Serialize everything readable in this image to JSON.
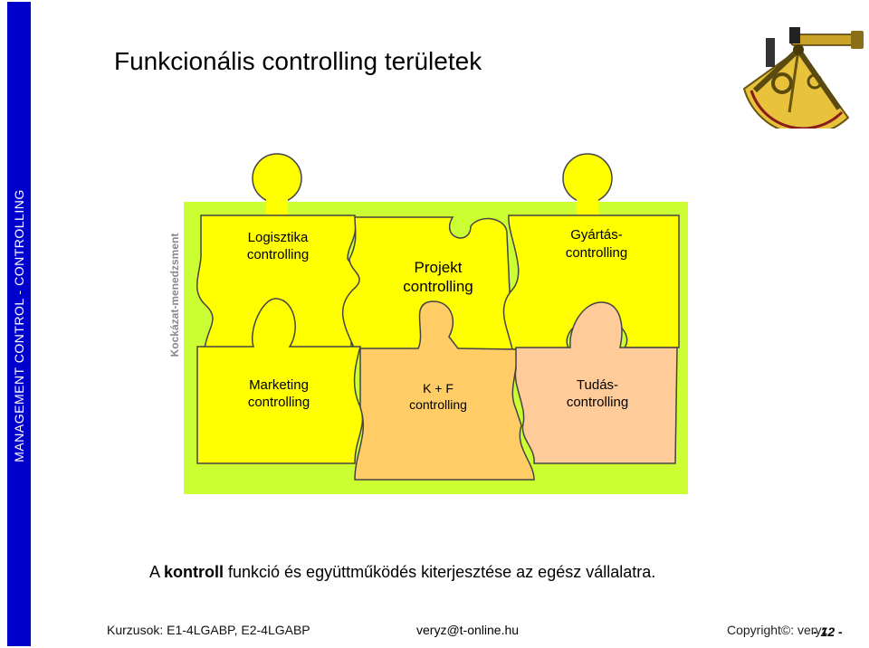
{
  "side_label": "MANAGEMENT CONTROL - CONTROLLING",
  "title": "Funkcionális controlling területek",
  "risk_label": "Kockázat-menedzsment",
  "pieces": [
    {
      "line1": "Logisztika",
      "line2": "controlling",
      "color": "#ffff00"
    },
    {
      "line1": "Projekt",
      "line2": "controlling",
      "color": "#ffff00"
    },
    {
      "line1": "Gyártás-",
      "line2": "controlling",
      "color": "#ffff00"
    },
    {
      "line1": "Marketing",
      "line2": "controlling",
      "color": "#ffff00"
    },
    {
      "line1": "K + F",
      "line2": "controlling",
      "color": "#ffcc66"
    },
    {
      "line1": "Tudás-",
      "line2": "controlling",
      "color": "#ffcc99"
    }
  ],
  "colors": {
    "band": "#0000cc",
    "board": "#ccff33",
    "outline": "#444444"
  },
  "caption": {
    "pre": "A ",
    "bold": "kontroll",
    "post": " funkció és együttműködés kiterjesztése az egész vállalatra."
  },
  "footer": {
    "courses": "Kurzusok: E1-4LGABP, E2-4LGABP",
    "email": "veryz@t-online.hu",
    "copyright": "Copyright©: veryz",
    "page": "- 12 -"
  },
  "logo_icon": "sextant-icon"
}
